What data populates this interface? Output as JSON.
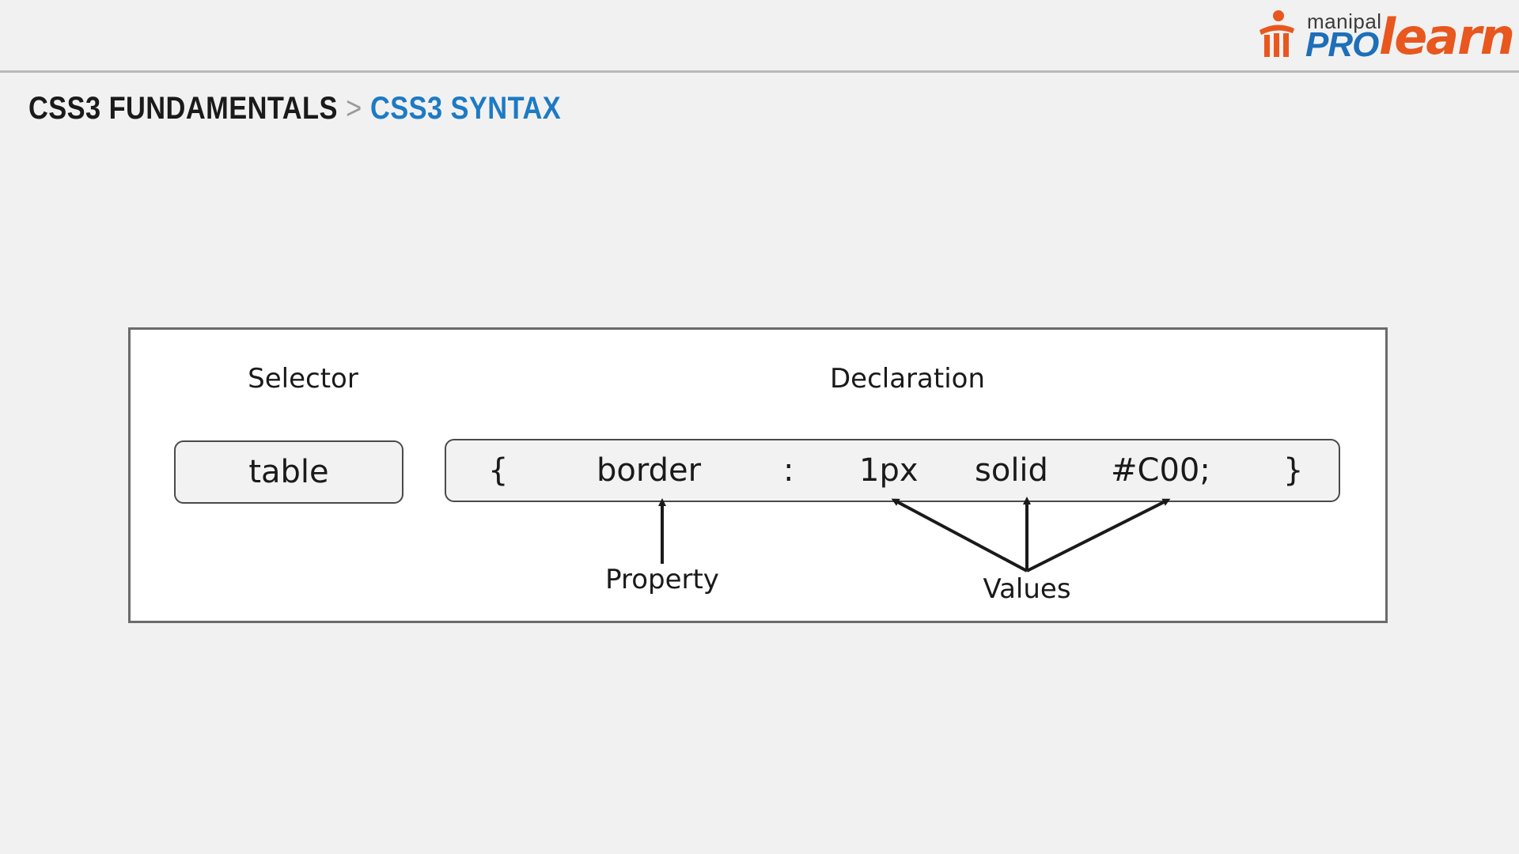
{
  "logo": {
    "small_text": "manipal",
    "pro_text": "PRO",
    "learn_text": "learn",
    "colors": {
      "pro": "#1d6fb8",
      "learn": "#e8571e",
      "small": "#3b3b3b"
    }
  },
  "breadcrumb": {
    "parent": "CSS3 FUNDAMENTALS",
    "separator": ">",
    "current": "CSS3 SYNTAX",
    "colors": {
      "parent": "#1a1a1a",
      "current": "#1d7ac4"
    }
  },
  "diagram": {
    "selector_heading": "Selector",
    "declaration_heading": "Declaration",
    "selector_text": "table",
    "tokens": {
      "open_brace": "{",
      "property": "border",
      "colon": ":",
      "value_1": "1px",
      "value_2": "solid",
      "value_3": "#C00;",
      "close_brace": "}"
    },
    "property_caption": "Property",
    "values_caption": "Values"
  }
}
